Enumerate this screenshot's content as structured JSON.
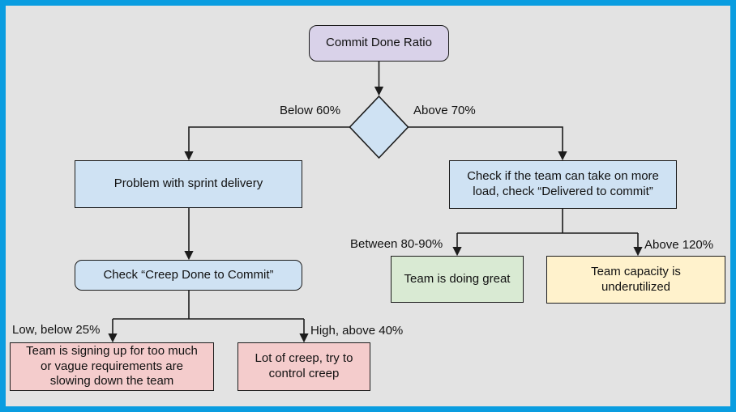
{
  "title": "Commit Done Ratio flowchart",
  "colors": {
    "frame_border": "#0a9de0",
    "background": "#e3e3e3",
    "root_fill": "#d9d2e9",
    "process_fill": "#cfe2f3",
    "decision_fill": "#cfe2f3",
    "warning_fill": "#f4cccc",
    "success_fill": "#d9ead3",
    "info_fill": "#fff2cc",
    "line": "#1c1c1c"
  },
  "nodes": {
    "root": "Commit Done Ratio",
    "problem": "Problem with sprint delivery",
    "check_load": "Check if the team can take on more load, check “Delivered to commit”",
    "check_creep": "Check “Creep Done to Commit”",
    "low_outcome": "Team is signing up for too much or vague requirements are slowing down the team",
    "high_outcome": "Lot of creep, try to control creep",
    "great_outcome": "Team is doing great",
    "underutilized_outcome": "Team capacity is underutilized"
  },
  "edge_labels": {
    "below_60": "Below 60%",
    "above_70": "Above 70%",
    "low_25": "Low, below 25%",
    "high_40": "High, above 40%",
    "between_80_90": "Between 80-90%",
    "above_120": "Above 120%"
  }
}
